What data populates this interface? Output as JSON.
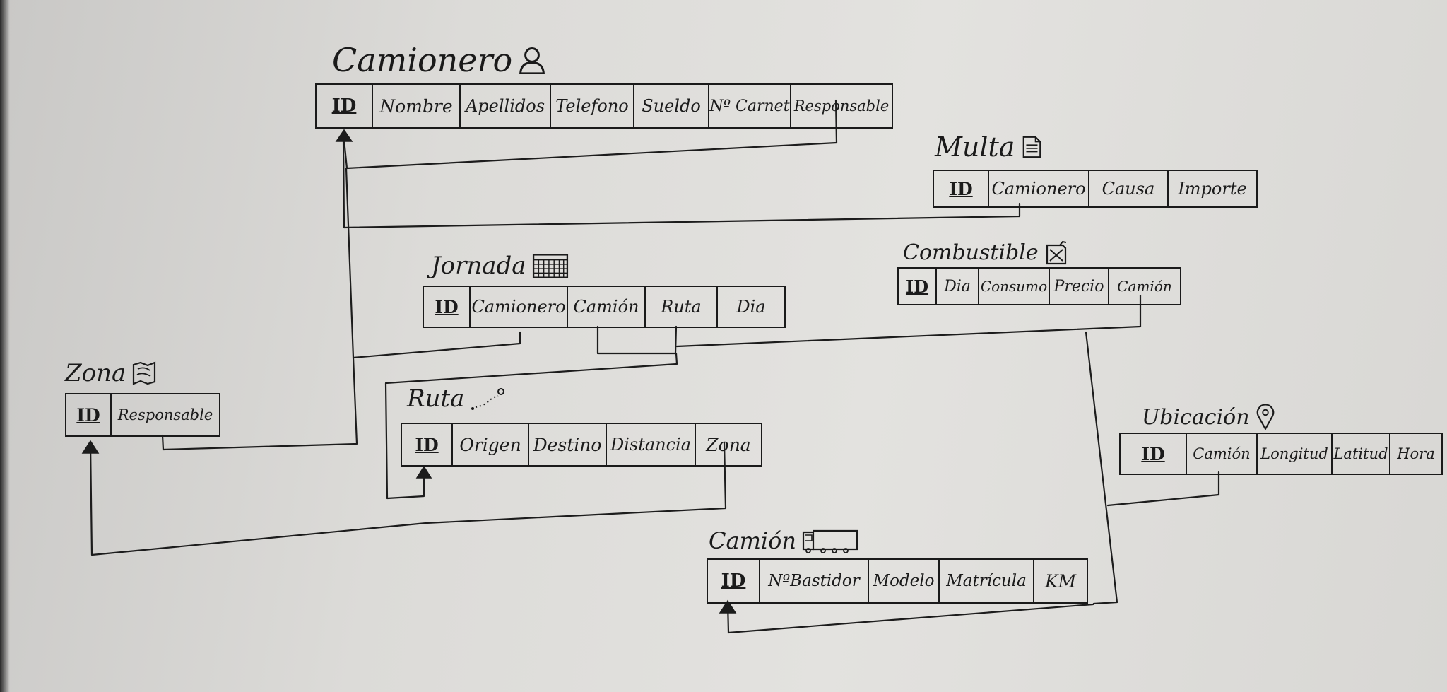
{
  "entities": {
    "camionero": {
      "title": "Camionero",
      "icon": "person-icon",
      "attributes": [
        "ID",
        "Nombre",
        "Apellidos",
        "Telefono",
        "Sueldo",
        "Nº Carnet",
        "Responsable"
      ]
    },
    "multa": {
      "title": "Multa",
      "icon": "document-icon",
      "attributes": [
        "ID",
        "Camionero",
        "Causa",
        "Importe"
      ]
    },
    "jornada": {
      "title": "Jornada",
      "icon": "calendar-icon",
      "attributes": [
        "ID",
        "Camionero",
        "Camión",
        "Ruta",
        "Dia"
      ]
    },
    "combustible": {
      "title": "Combustible",
      "icon": "fuel-can-icon",
      "attributes": [
        "ID",
        "Dia",
        "Consumo",
        "Precio",
        "Camión"
      ]
    },
    "zona": {
      "title": "Zona",
      "icon": "map-icon",
      "attributes": [
        "ID",
        "Responsable"
      ]
    },
    "ruta": {
      "title": "Ruta",
      "icon": "route-icon",
      "attributes": [
        "ID",
        "Origen",
        "Destino",
        "Distancia",
        "Zona"
      ]
    },
    "ubicacion": {
      "title": "Ubicación",
      "icon": "location-pin-icon",
      "attributes": [
        "ID",
        "Camión",
        "Longitud",
        "Latitud",
        "Hora"
      ]
    },
    "camion": {
      "title": "Camión",
      "icon": "truck-icon",
      "attributes": [
        "ID",
        "NºBastidor",
        "Modelo",
        "Matrícula",
        "KM"
      ]
    }
  },
  "colors": {
    "ink": "#1a1a1a",
    "paper": "#dcdbd8"
  }
}
